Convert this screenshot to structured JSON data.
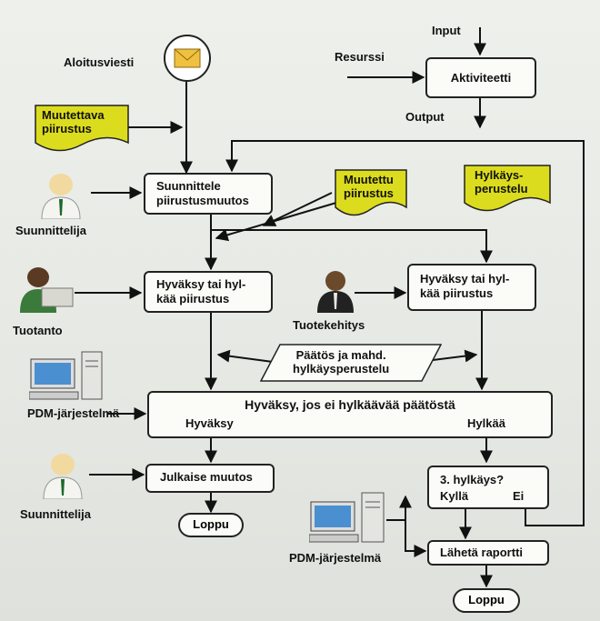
{
  "legend": {
    "input": "Input",
    "resource": "Resurssi",
    "activity": "Aktiviteetti",
    "output": "Output"
  },
  "start_message": "Aloitusviesti",
  "documents": {
    "changed_drawing_to_be": [
      "Muutettava",
      "piirustus"
    ],
    "changed_drawing": [
      "Muutettu",
      "piirustus"
    ],
    "rejection_reason": [
      "Hylkäys-",
      "perustelu"
    ],
    "decision_data": [
      "Päätös ja mahd.",
      "hylkäysperustelu"
    ]
  },
  "actors": {
    "designer_top": "Suunnittelija",
    "production": "Tuotanto",
    "product_dev": "Tuotekehitys",
    "pdm_left": "PDM-järjestelmä",
    "designer_bottom": "Suunnittelija",
    "pdm_right": "PDM-järjestelmä"
  },
  "activities": {
    "design_change": [
      "Suunnittele",
      "piirustusmuutos"
    ],
    "approve_left": [
      "Hyväksy tai hyl-",
      "kää piirustus"
    ],
    "approve_right": [
      "Hyväksy tai hyl-",
      "kää piirustus"
    ],
    "pdm_decision": {
      "title": "Hyväksy, jos ei hylkäävää päätöstä",
      "left": "Hyväksy",
      "right": "Hylkää"
    },
    "publish": "Julkaise muutos",
    "third_rejection": {
      "title": "3. hylkäys?",
      "yes": "Kyllä",
      "no": "Ei"
    },
    "send_report": "Lähetä raportti"
  },
  "end_left": "Loppu",
  "end_right": "Loppu",
  "colors": {
    "document_fill": "#dcdc1e",
    "box_border": "#222222",
    "envelope": "#f0c040"
  }
}
